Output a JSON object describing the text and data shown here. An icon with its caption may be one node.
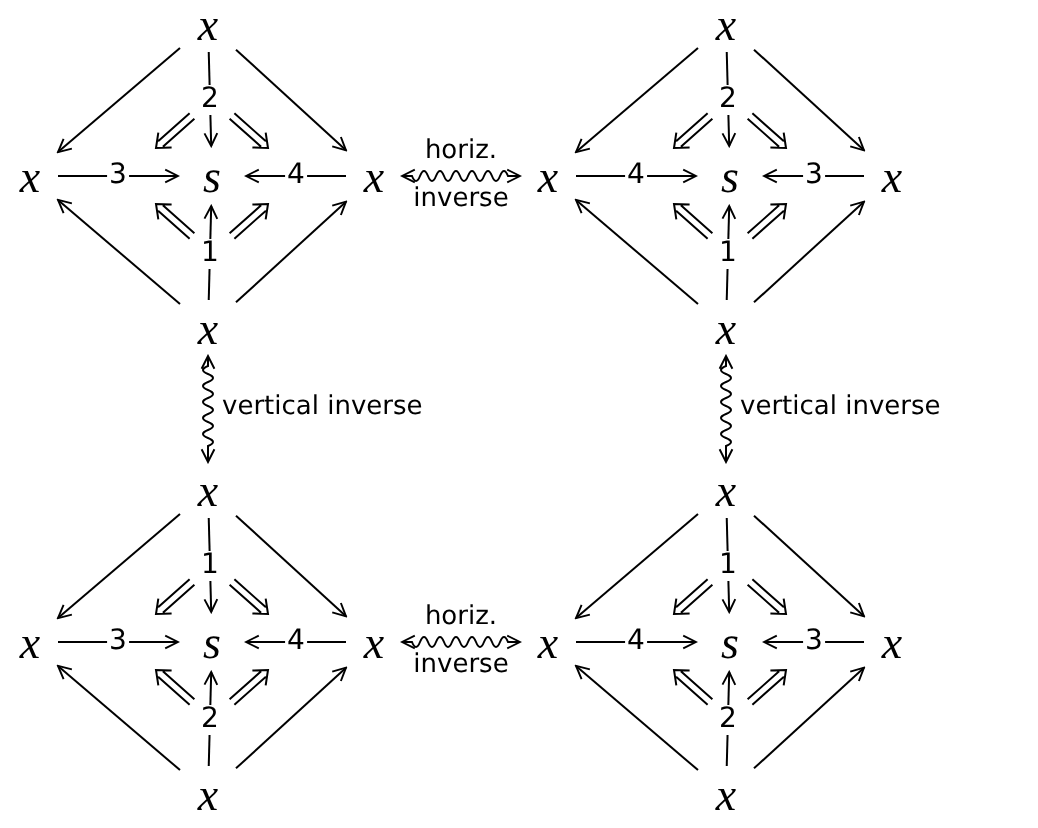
{
  "diagram": {
    "nodes": [
      {
        "text": [
          "x"
        ]
      },
      {
        "text": [
          "x"
        ]
      },
      {
        "text": [
          "s"
        ]
      },
      {
        "text": [
          "x"
        ]
      },
      {
        "text": [
          "x"
        ]
      },
      {
        "text": [
          "x"
        ]
      },
      {
        "text": [
          "x"
        ]
      },
      {
        "text": [
          "s"
        ]
      },
      {
        "text": [
          "x"
        ]
      },
      {
        "text": [
          "x"
        ]
      },
      {
        "text": [
          "x"
        ]
      },
      {
        "text": [
          "x"
        ]
      },
      {
        "text": [
          "s"
        ]
      },
      {
        "text": [
          "x"
        ]
      },
      {
        "text": [
          "x"
        ]
      },
      {
        "text": [
          "x"
        ]
      },
      {
        "text": [
          "x"
        ]
      },
      {
        "text": [
          "s"
        ]
      },
      {
        "text": [
          "x"
        ]
      },
      {
        "text": [
          "x"
        ]
      }
    ],
    "edges": [
      {
        "from": 0,
        "to": 1,
        "arrow": "to"
      },
      {
        "from": 0,
        "to": 3,
        "arrow": "to"
      },
      {
        "from": 4,
        "to": 1,
        "arrow": "to"
      },
      {
        "from": 4,
        "to": 3,
        "arrow": "to"
      },
      {
        "from": 0,
        "to": 2,
        "arrow": "to",
        "label": "2"
      },
      {
        "from": 1,
        "to": 2,
        "arrow": "to",
        "label": "3"
      },
      {
        "from": 3,
        "to": 2,
        "arrow": "to",
        "label": "4"
      },
      {
        "from": 4,
        "to": 2,
        "arrow": "to",
        "label": "1"
      },
      {
        "from": 5,
        "to": 6,
        "arrow": "to"
      },
      {
        "from": 5,
        "to": 8,
        "arrow": "to"
      },
      {
        "from": 9,
        "to": 6,
        "arrow": "to"
      },
      {
        "from": 9,
        "to": 8,
        "arrow": "to"
      },
      {
        "from": 5,
        "to": 7,
        "arrow": "to",
        "label": "2"
      },
      {
        "from": 6,
        "to": 7,
        "arrow": "to",
        "label": "4"
      },
      {
        "from": 8,
        "to": 7,
        "arrow": "to",
        "label": "3"
      },
      {
        "from": 9,
        "to": 7,
        "arrow": "to",
        "label": "1"
      },
      {
        "from": 10,
        "to": 11,
        "arrow": "to"
      },
      {
        "from": 10,
        "to": 13,
        "arrow": "to"
      },
      {
        "from": 14,
        "to": 11,
        "arrow": "to"
      },
      {
        "from": 14,
        "to": 13,
        "arrow": "to"
      },
      {
        "from": 10,
        "to": 12,
        "arrow": "to",
        "label": "1"
      },
      {
        "from": 11,
        "to": 12,
        "arrow": "to",
        "label": "3"
      },
      {
        "from": 13,
        "to": 12,
        "arrow": "to",
        "label": "4"
      },
      {
        "from": 14,
        "to": 12,
        "arrow": "to",
        "label": "2"
      },
      {
        "from": 15,
        "to": 16,
        "arrow": "to"
      },
      {
        "from": 15,
        "to": 18,
        "arrow": "to"
      },
      {
        "from": 19,
        "to": 16,
        "arrow": "to"
      },
      {
        "from": 19,
        "to": 18,
        "arrow": "to"
      },
      {
        "from": 15,
        "to": 17,
        "arrow": "to",
        "label": "1"
      },
      {
        "from": 16,
        "to": 17,
        "arrow": "to",
        "label": "4"
      },
      {
        "from": 18,
        "to": 17,
        "arrow": "to",
        "label": "3"
      },
      {
        "from": 19,
        "to": 17,
        "arrow": "to",
        "label": "2"
      },
      {
        "from": 3,
        "to": 6,
        "arrow": "both",
        "label": "horiz. inverse"
      },
      {
        "from": 13,
        "to": 16,
        "arrow": "both",
        "label": "horiz. inverse"
      },
      {
        "from": 4,
        "to": 10,
        "arrow": "both",
        "label": "vertical inverse"
      },
      {
        "from": 9,
        "to": 15,
        "arrow": "both",
        "label": "vertical inverse"
      }
    ]
  }
}
